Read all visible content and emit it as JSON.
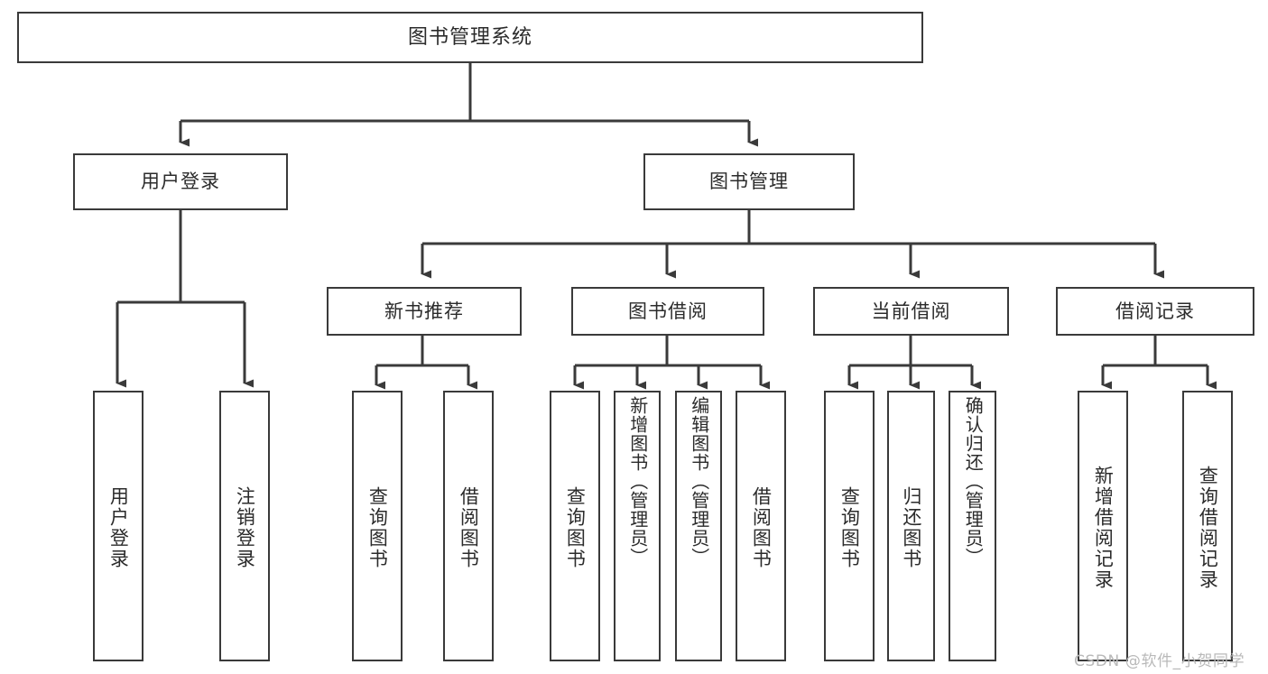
{
  "diagram": {
    "title": "图书管理系统",
    "type": "tree",
    "root": {
      "label": "图书管理系统"
    },
    "level1": [
      {
        "label": "用户登录"
      },
      {
        "label": "图书管理"
      }
    ],
    "level2": [
      {
        "label": "新书推荐"
      },
      {
        "label": "图书借阅"
      },
      {
        "label": "当前借阅"
      },
      {
        "label": "借阅记录"
      }
    ],
    "leaves": {
      "user_login": [
        {
          "label": "用户登录"
        },
        {
          "label": "注销登录"
        }
      ],
      "new_book_recommend": [
        {
          "label": "查询图书"
        },
        {
          "label": "借阅图书"
        }
      ],
      "book_borrow": [
        {
          "label": "查询图书"
        },
        {
          "label": "新增图书（管理员）"
        },
        {
          "label": "编辑图书（管理员）"
        },
        {
          "label": "借阅图书"
        }
      ],
      "current_borrow": [
        {
          "label": "查询图书"
        },
        {
          "label": "归还图书"
        },
        {
          "label": "确认归还（管理员）"
        }
      ],
      "borrow_record": [
        {
          "label": "新增借阅记录"
        },
        {
          "label": "查询借阅记录"
        }
      ]
    }
  },
  "watermark": {
    "text": "CSDN @软件_小贺同学"
  },
  "colors": {
    "stroke": "#3a3a3a",
    "background": "#ffffff",
    "text": "#2b2b2b",
    "watermark": "#b9b9b9"
  }
}
